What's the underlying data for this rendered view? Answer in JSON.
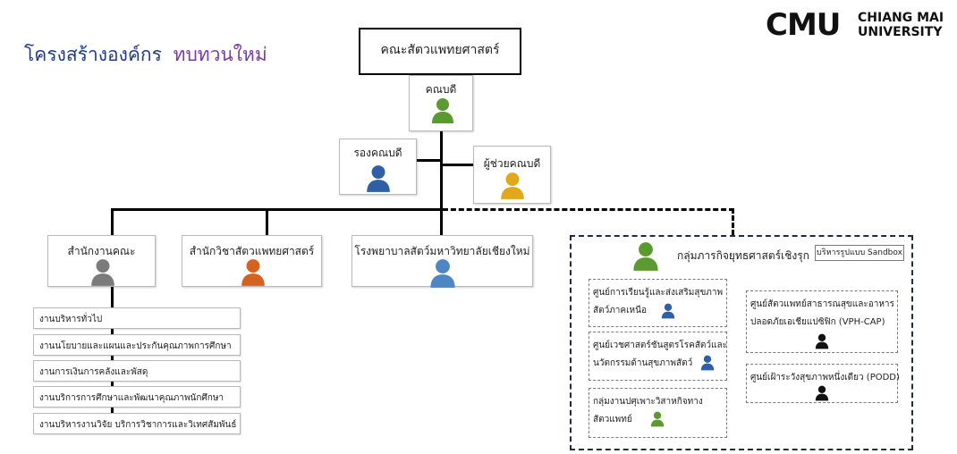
{
  "title": {
    "main": "โครงสร้างองค์กร",
    "accent": "ทบทวนใหม่"
  },
  "logo": {
    "mark": "CMU",
    "line1": "CHIANG MAI",
    "line2": "UNIVERSITY"
  },
  "top_unit": "คณะสัตวแพทยศาสตร์",
  "dean": "คณบดี",
  "deputy_dean": "รองคณบดี",
  "assistant_dean": "ผู้ช่วยคณบดี",
  "units": {
    "office": "สำนักงานคณะ",
    "vet_school": "สำนักวิชาสัตวแพทยศาสตร์",
    "hospital": "โรงพยาบาลสัตว์มหาวิทยาลัยเชียงใหม่"
  },
  "office_tasks": [
    "งานบริหารทั่วไป",
    "งานนโยบายและแผนและประกันคุณภาพการศึกษา",
    "งานการเงินการคลังและพัสดุ",
    "งานบริการการศึกษาและพัฒนาคุณภาพนักศึกษา",
    "งานบริหารงานวิจัย บริการวิชาการและวิเทศสัมพันธ์"
  ],
  "strategic": {
    "title": "กลุ่มภารกิจยุทธศาสตร์เชิงรุก",
    "sandbox": "บริหารรูปแบบ Sandbox",
    "center1": [
      "ศูนย์การเรียนรู้และส่งเสริมสุขภาพ",
      "สัตว์ภาคเหนือ"
    ],
    "center2": [
      "ศูนย์เวชศาสตร์ชันสูตรโรคสัตว์และ",
      "นวัตกรรมด้านสุขภาพสัตว์"
    ],
    "center3": [
      "กลุ่มงานปศุเพาะวิสาหกิจทาง",
      "สัตวแพทย์"
    ],
    "center4": [
      "ศูนย์สัตวแพทย์สาธารณสุขและอาหาร",
      "ปลอดภัยเอเชียแปซิฟิก (VPH-CAP)"
    ],
    "center5": "ศูนย์เฝ้าระวังสุขภาพหนึ่งเดียว (PODD)"
  },
  "colors": {
    "green": "#5a9a2e",
    "blue": "#2f5fa6",
    "gold": "#e0a81a",
    "gray": "#7b7b7b",
    "orange": "#d4631f",
    "lightblue": "#4e86c4",
    "black": "#111111",
    "title": "#1f3c88",
    "accent": "#7a3aa6"
  }
}
